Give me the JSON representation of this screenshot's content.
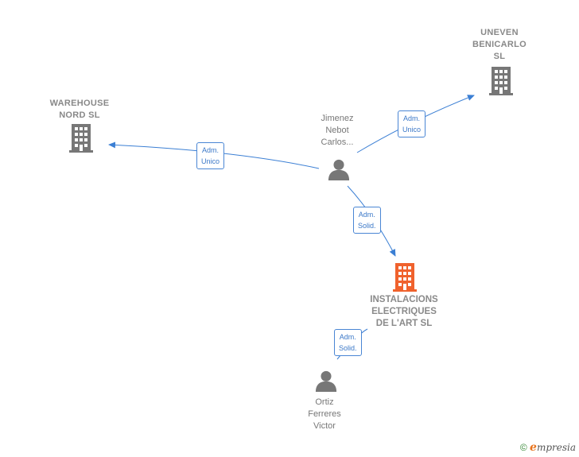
{
  "nodes": {
    "uneven": {
      "label": "UNEVEN\nBENICARLO\nSL",
      "type": "company"
    },
    "warehouse": {
      "label": "WAREHOUSE\nNORD  SL",
      "type": "company"
    },
    "jimenez": {
      "label": "Jimenez\nNebot\nCarlos...",
      "type": "person"
    },
    "instalacions": {
      "label": "INSTALACIONS\nELECTRIQUES\nDE L'ART  SL",
      "type": "company-main"
    },
    "ortiz": {
      "label": "Ortiz\nFerreres\nVictor",
      "type": "person"
    }
  },
  "edges": [
    {
      "from": "jimenez",
      "to": "uneven",
      "role": "Adm.\nUnico"
    },
    {
      "from": "jimenez",
      "to": "warehouse",
      "role": "Adm.\nUnico"
    },
    {
      "from": "jimenez",
      "to": "instalacions",
      "role": "Adm.\nSolid."
    },
    {
      "from": "ortiz",
      "to": "instalacions",
      "role": "Adm.\nSolid."
    }
  ],
  "colors": {
    "edge": "#3b7fd4",
    "company_icon": "#777777",
    "main_company_icon": "#f0622d",
    "person_icon": "#777777"
  },
  "footer": {
    "copyright": "©",
    "brand_e": "e",
    "brand_rest": "mpresia"
  }
}
